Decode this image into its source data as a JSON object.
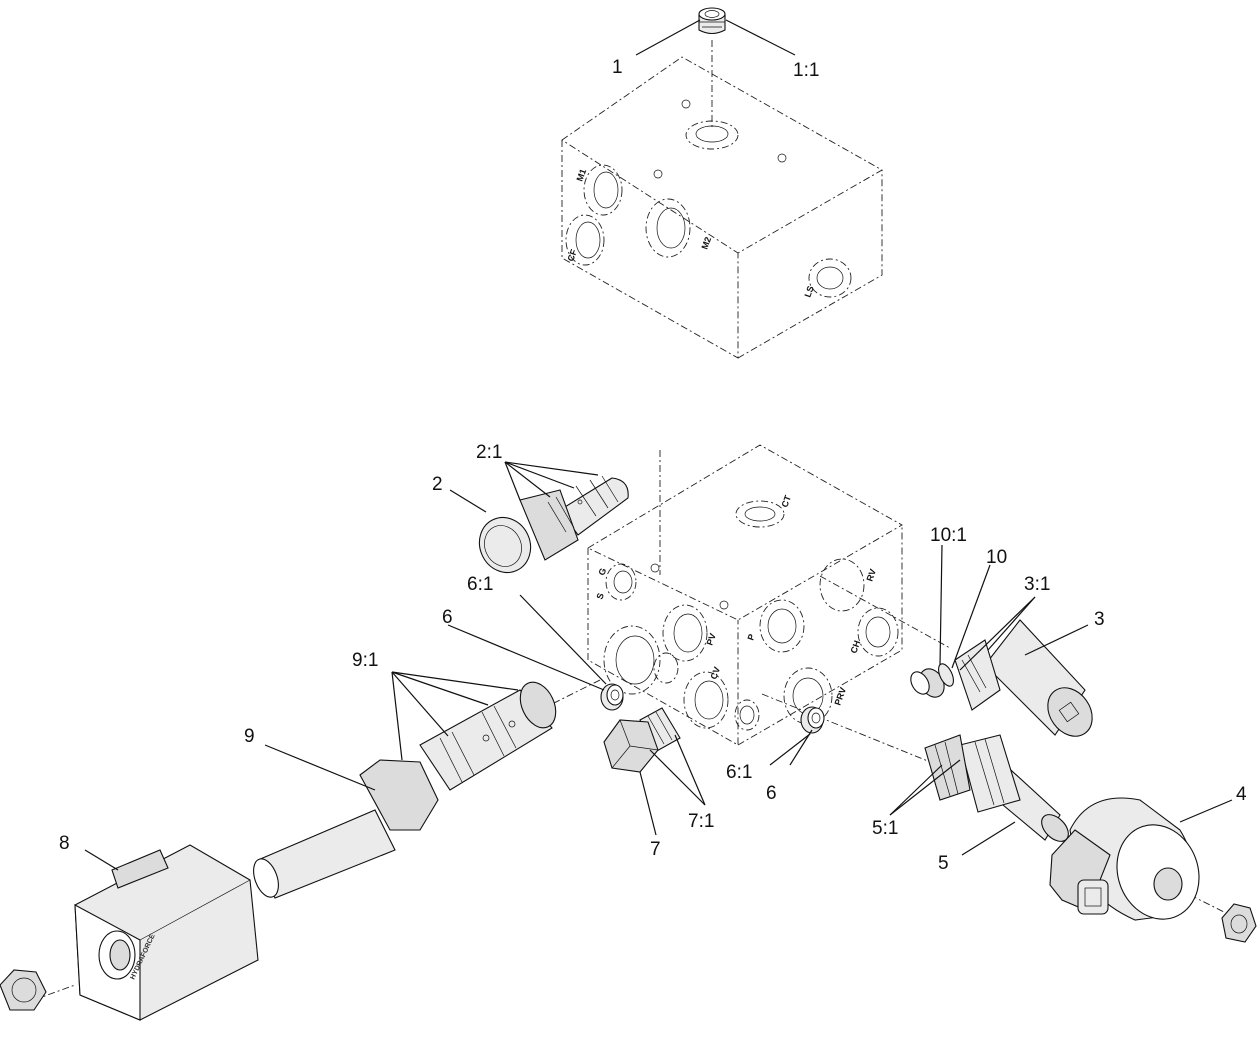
{
  "diagram": {
    "callouts": {
      "c1": "1",
      "c1_1": "1:1",
      "c2": "2",
      "c2_1": "2:1",
      "c3": "3",
      "c3_1": "3:1",
      "c4": "4",
      "c5": "5",
      "c5_1": "5:1",
      "c6a": "6",
      "c6_1a": "6:1",
      "c6b": "6",
      "c6_1b": "6:1",
      "c7": "7",
      "c7_1": "7:1",
      "c8": "8",
      "c9": "9",
      "c9_1": "9:1",
      "c10": "10",
      "c10_1": "10:1"
    },
    "port_labels": {
      "m1": "M1",
      "m2": "M2",
      "cf": "CF",
      "ls": "LS",
      "g": "G",
      "s": "S",
      "pv": "PV",
      "cv": "CV",
      "p": "P",
      "prv": "PRV",
      "ch": "CH",
      "rv": "RV",
      "ct": "CT"
    },
    "coil_logo": "HYDRAFORCE"
  }
}
